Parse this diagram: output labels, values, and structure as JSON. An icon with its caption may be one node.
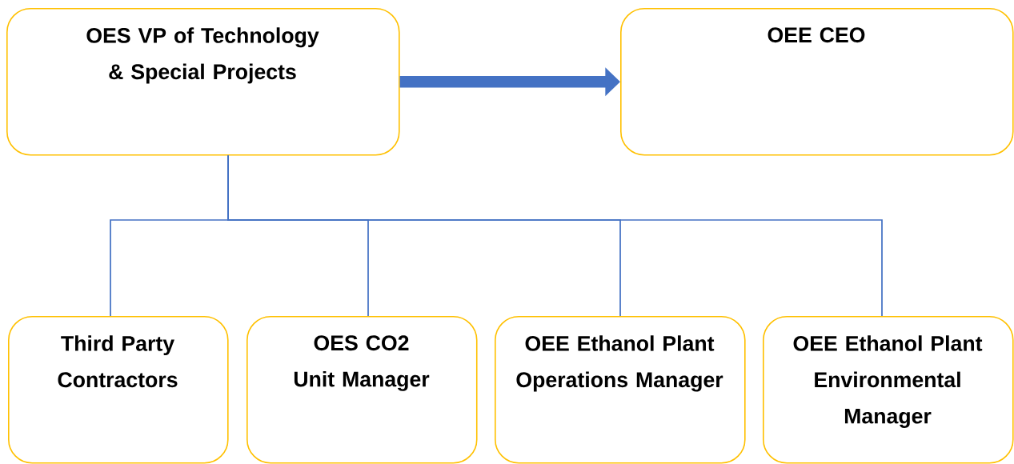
{
  "diagram": {
    "nodes": [
      {
        "text": [
          "OES VP of Technology & Special Projects"
        ]
      },
      {
        "text": [
          "OEE CEO"
        ]
      },
      {
        "text": [
          "Third Party Contractors"
        ]
      },
      {
        "text": [
          "OES CO2 Unit Manager"
        ]
      },
      {
        "text": [
          "OEE Ethanol Plant Operations Manager"
        ]
      },
      {
        "text": [
          "OEE Ethanol Plant Environmental Manager"
        ]
      }
    ],
    "edges": [
      {
        "from": 0,
        "to": 1,
        "arrow": "to",
        "style": "thick"
      },
      {
        "from": 0,
        "to": 2,
        "arrow": "none"
      },
      {
        "from": 0,
        "to": 3,
        "arrow": "none"
      },
      {
        "from": 0,
        "to": 4,
        "arrow": "none"
      },
      {
        "from": 0,
        "to": 5,
        "arrow": "none"
      }
    ]
  }
}
